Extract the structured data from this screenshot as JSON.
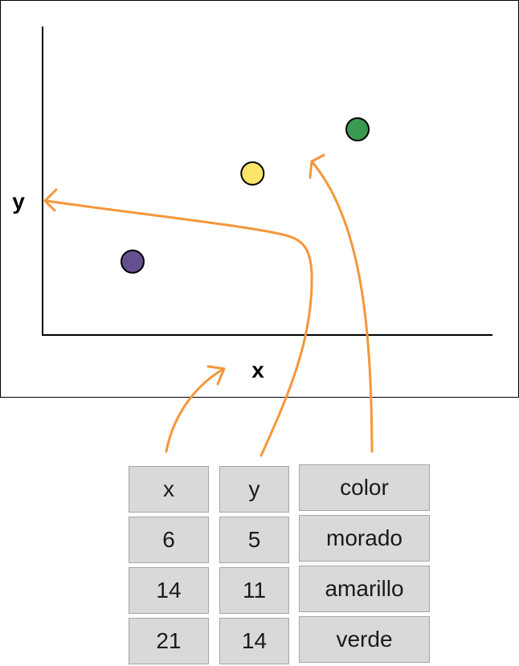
{
  "chart_data": {
    "type": "scatter",
    "xlabel": "x",
    "ylabel": "y",
    "x": [
      6,
      14,
      21
    ],
    "y": [
      5,
      11,
      14
    ],
    "point_colors": [
      "#65508f",
      "#fde46a",
      "#3b9952"
    ],
    "xlim": [
      0,
      30
    ],
    "ylim": [
      0,
      21
    ]
  },
  "table": {
    "columns": [
      {
        "header": "x",
        "values": [
          "6",
          "14",
          "21"
        ]
      },
      {
        "header": "y",
        "values": [
          "5",
          "11",
          "14"
        ]
      },
      {
        "header": "color",
        "values": [
          "morado",
          "amarillo",
          "verde"
        ]
      }
    ]
  },
  "colors": {
    "arrow": "#f5963a",
    "cell_fill": "#d9d9d9",
    "cell_border": "#a6a6a6"
  }
}
